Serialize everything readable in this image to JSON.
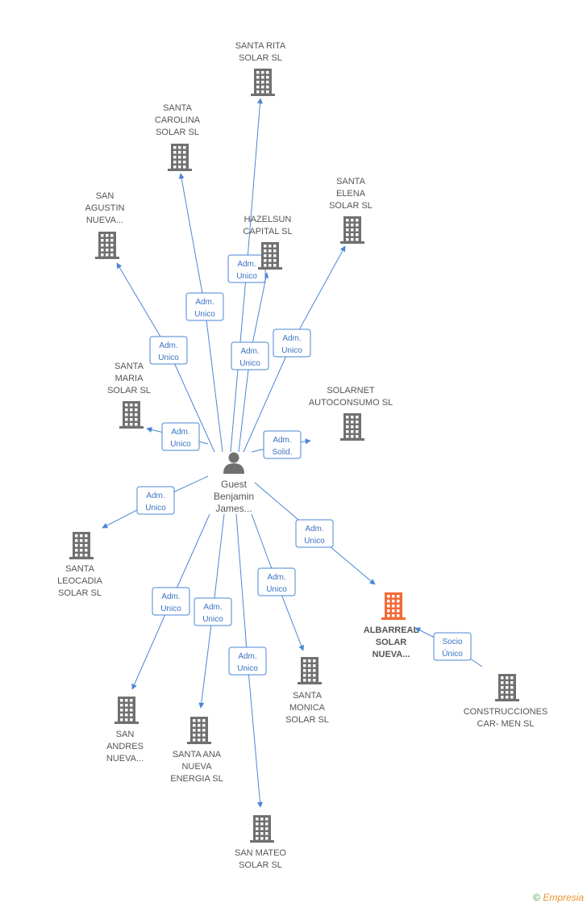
{
  "center": {
    "id": "guest",
    "lines": [
      "Guest",
      "Benjamin",
      "James..."
    ]
  },
  "colors": {
    "edge": "#4a86d4",
    "building": "#707070",
    "highlight": "#f26a35"
  },
  "nodes": [
    {
      "id": "santa-rita",
      "lines": [
        "SANTA RITA",
        "SOLAR SL"
      ]
    },
    {
      "id": "santa-carolina",
      "lines": [
        "SANTA",
        "CAROLINA",
        "SOLAR SL"
      ]
    },
    {
      "id": "san-agustin",
      "lines": [
        "SAN",
        "AGUSTIN",
        "NUEVA..."
      ]
    },
    {
      "id": "hazelsun",
      "lines": [
        "HAZELSUN",
        "CAPITAL SL"
      ]
    },
    {
      "id": "santa-elena",
      "lines": [
        "SANTA",
        "ELENA",
        "SOLAR SL"
      ]
    },
    {
      "id": "santa-maria",
      "lines": [
        "SANTA",
        "MARIA",
        "SOLAR SL"
      ]
    },
    {
      "id": "solarnet",
      "lines": [
        "SOLARNET",
        "AUTOCONSUMO SL"
      ]
    },
    {
      "id": "santa-leocadia",
      "lines": [
        "SANTA",
        "LEOCADIA",
        "SOLAR SL"
      ]
    },
    {
      "id": "albarreal",
      "lines": [
        "ALBARREAL",
        "SOLAR",
        "NUEVA..."
      ],
      "highlight": true
    },
    {
      "id": "construcciones",
      "lines": [
        "CONSTRUCCIONES",
        "CAR- MEN SL"
      ]
    },
    {
      "id": "santa-monica",
      "lines": [
        "SANTA",
        "MONICA",
        "SOLAR SL"
      ]
    },
    {
      "id": "san-andres",
      "lines": [
        "SAN",
        "ANDRES",
        "NUEVA..."
      ]
    },
    {
      "id": "santa-ana",
      "lines": [
        "SANTA ANA",
        "NUEVA",
        "ENERGIA SL"
      ]
    },
    {
      "id": "san-mateo",
      "lines": [
        "SAN MATEO",
        "SOLAR SL"
      ]
    }
  ],
  "edges": [
    {
      "from": "guest",
      "to": "santa-rita",
      "label": [
        "Adm.",
        "Unico"
      ]
    },
    {
      "from": "guest",
      "to": "santa-carolina",
      "label": [
        "Adm.",
        "Unico"
      ]
    },
    {
      "from": "guest",
      "to": "san-agustin",
      "label": [
        "Adm.",
        "Unico"
      ]
    },
    {
      "from": "guest",
      "to": "hazelsun",
      "label": [
        "Adm.",
        "Unico"
      ]
    },
    {
      "from": "guest",
      "to": "santa-elena",
      "label": [
        "Adm.",
        "Unico"
      ]
    },
    {
      "from": "guest",
      "to": "santa-maria",
      "label": [
        "Adm.",
        "Unico"
      ]
    },
    {
      "from": "guest",
      "to": "solarnet",
      "label": [
        "Adm.",
        "Solid."
      ]
    },
    {
      "from": "guest",
      "to": "santa-leocadia",
      "label": [
        "Adm.",
        "Unico"
      ]
    },
    {
      "from": "guest",
      "to": "albarreal",
      "label": [
        "Adm.",
        "Unico"
      ]
    },
    {
      "from": "guest",
      "to": "santa-monica",
      "label": [
        "Adm.",
        "Unico"
      ]
    },
    {
      "from": "guest",
      "to": "san-andres",
      "label": [
        "Adm.",
        "Unico"
      ]
    },
    {
      "from": "guest",
      "to": "santa-ana",
      "label": [
        "Adm.",
        "Unico"
      ]
    },
    {
      "from": "guest",
      "to": "san-mateo",
      "label": [
        "Adm.",
        "Unico"
      ]
    },
    {
      "from": "construcciones",
      "to": "albarreal",
      "label": [
        "Socio",
        "Único"
      ]
    }
  ],
  "footer": {
    "copyright": "©",
    "brand": "Empresia"
  }
}
